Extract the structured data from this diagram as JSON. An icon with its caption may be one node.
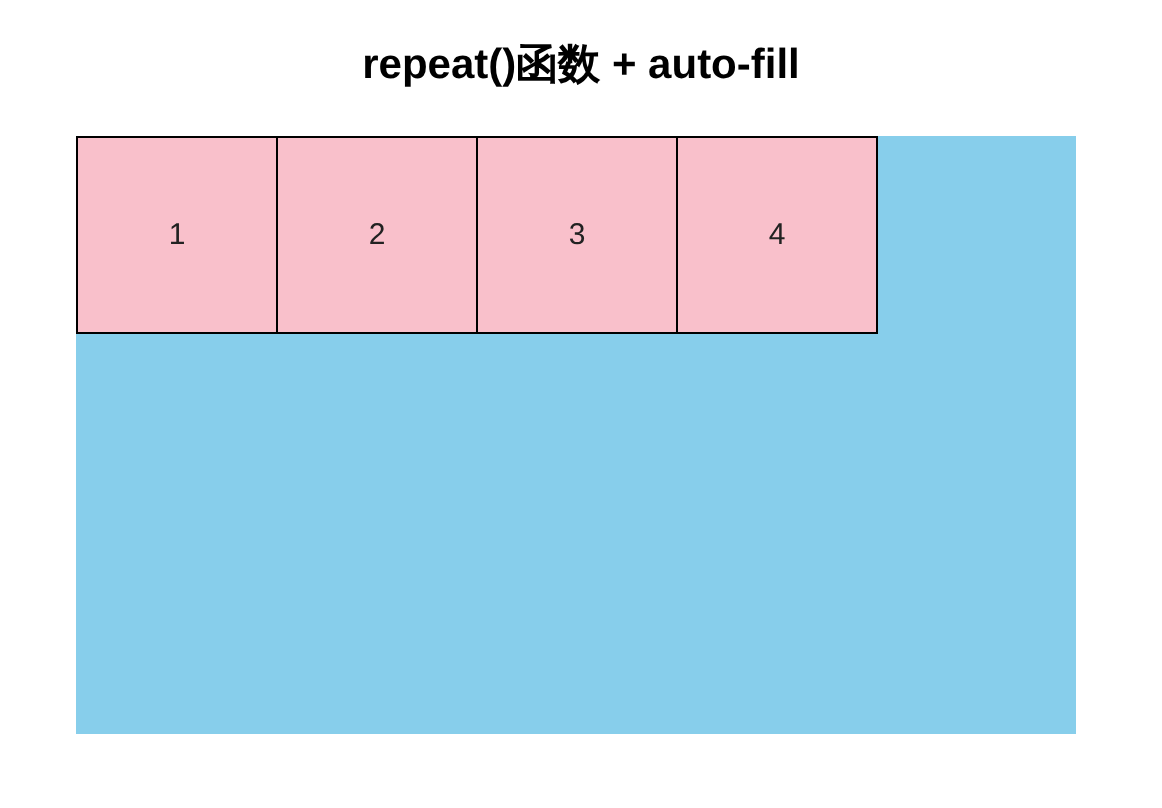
{
  "diagram": {
    "title": "repeat()函数 + auto-fill",
    "nodes": [
      {
        "text": [],
        "shape": "box"
      },
      {
        "text": [
          "1"
        ],
        "in": 0
      },
      {
        "text": [
          "2"
        ],
        "in": 0
      },
      {
        "text": [
          "3"
        ],
        "in": 0
      },
      {
        "text": [
          "4"
        ],
        "in": 0
      }
    ]
  }
}
